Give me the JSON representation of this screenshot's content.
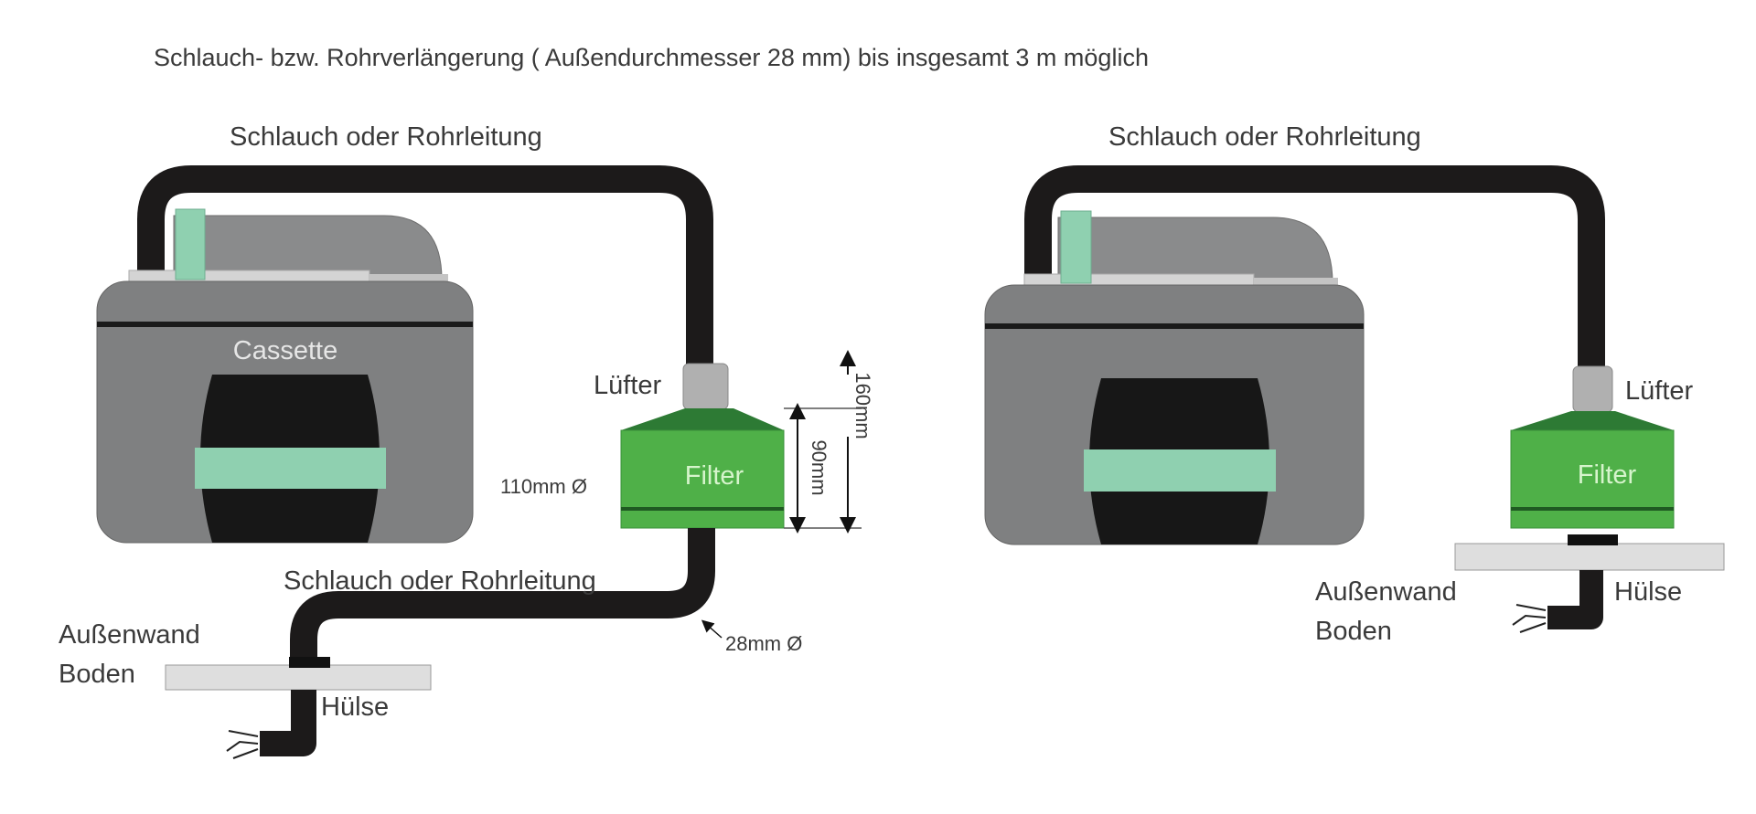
{
  "title": "Schlauch- bzw. Rohrverlängerung ( Außendurchmesser 28 mm) bis  insgesamt 3 m möglich",
  "left": {
    "hose_top_label": "Schlauch oder Rohrleitung",
    "cassette_label": "Cassette",
    "fan_label": "Lüfter",
    "filter_label": "Filter",
    "diameter_filter": "110mm Ø",
    "height_filter": "90mm",
    "height_total": "160mm",
    "hose_bottom_label": "Schlauch oder Rohrleitung",
    "hose_diameter": "28mm Ø",
    "wall_label_1": "Außenwand",
    "wall_label_2": "Boden",
    "sleeve_label": "Hülse"
  },
  "right": {
    "hose_top_label": "Schlauch oder Rohrleitung",
    "fan_label": "Lüfter",
    "filter_label": "Filter",
    "wall_label_1": "Außenwand",
    "wall_label_2": "Boden",
    "sleeve_label": "Hülse"
  },
  "colors": {
    "hose": "#1c1a1a",
    "cassette": "#7f8081",
    "filter": "#4fb048",
    "filter_dark": "#2d7a34",
    "mint": "#8fd0b0"
  }
}
